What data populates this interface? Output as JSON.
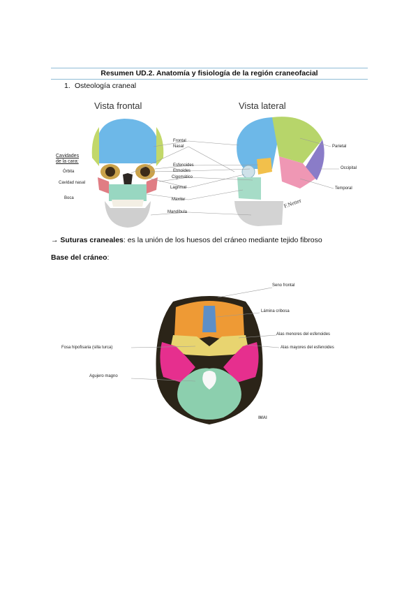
{
  "header": {
    "title": "Resumen UD.2. Anatomía y fisiología de la región craneofacial"
  },
  "list": {
    "item1_number": "1.",
    "item1_text": "Osteología craneal"
  },
  "figure1": {
    "frontal_title": "Vista frontal",
    "lateral_title": "Vista lateral",
    "cavities_heading_1": "Cavidades",
    "cavities_heading_2": "de la cara:",
    "cavities": [
      "Órbita",
      "Cavidad nasal",
      "Boca"
    ],
    "bones": [
      "Frontal",
      "Nasal",
      "Esfenoides",
      "Etmoides",
      "Cigomático",
      "Lagrimal",
      "Maxilar",
      "Mandíbula"
    ],
    "lateral_bones": [
      "Parietal",
      "Occipital",
      "Temporal"
    ]
  },
  "sutures": {
    "label": "Suturas craneales",
    "text": ": es la unión de los huesos del cráneo mediante tejido fibroso",
    "arrow": "→"
  },
  "base": {
    "heading": "Base del cráneo",
    "heading_colon": ":",
    "labels_right": [
      "Seno frontal",
      "Lámina cribosa",
      "Alas menores del esfenoides",
      "Alas mayores del esfenoides"
    ],
    "labels_left": [
      "Fosa hipofisaria (silla turca)",
      "Agujero magno"
    ],
    "watermark": "IMAI"
  }
}
